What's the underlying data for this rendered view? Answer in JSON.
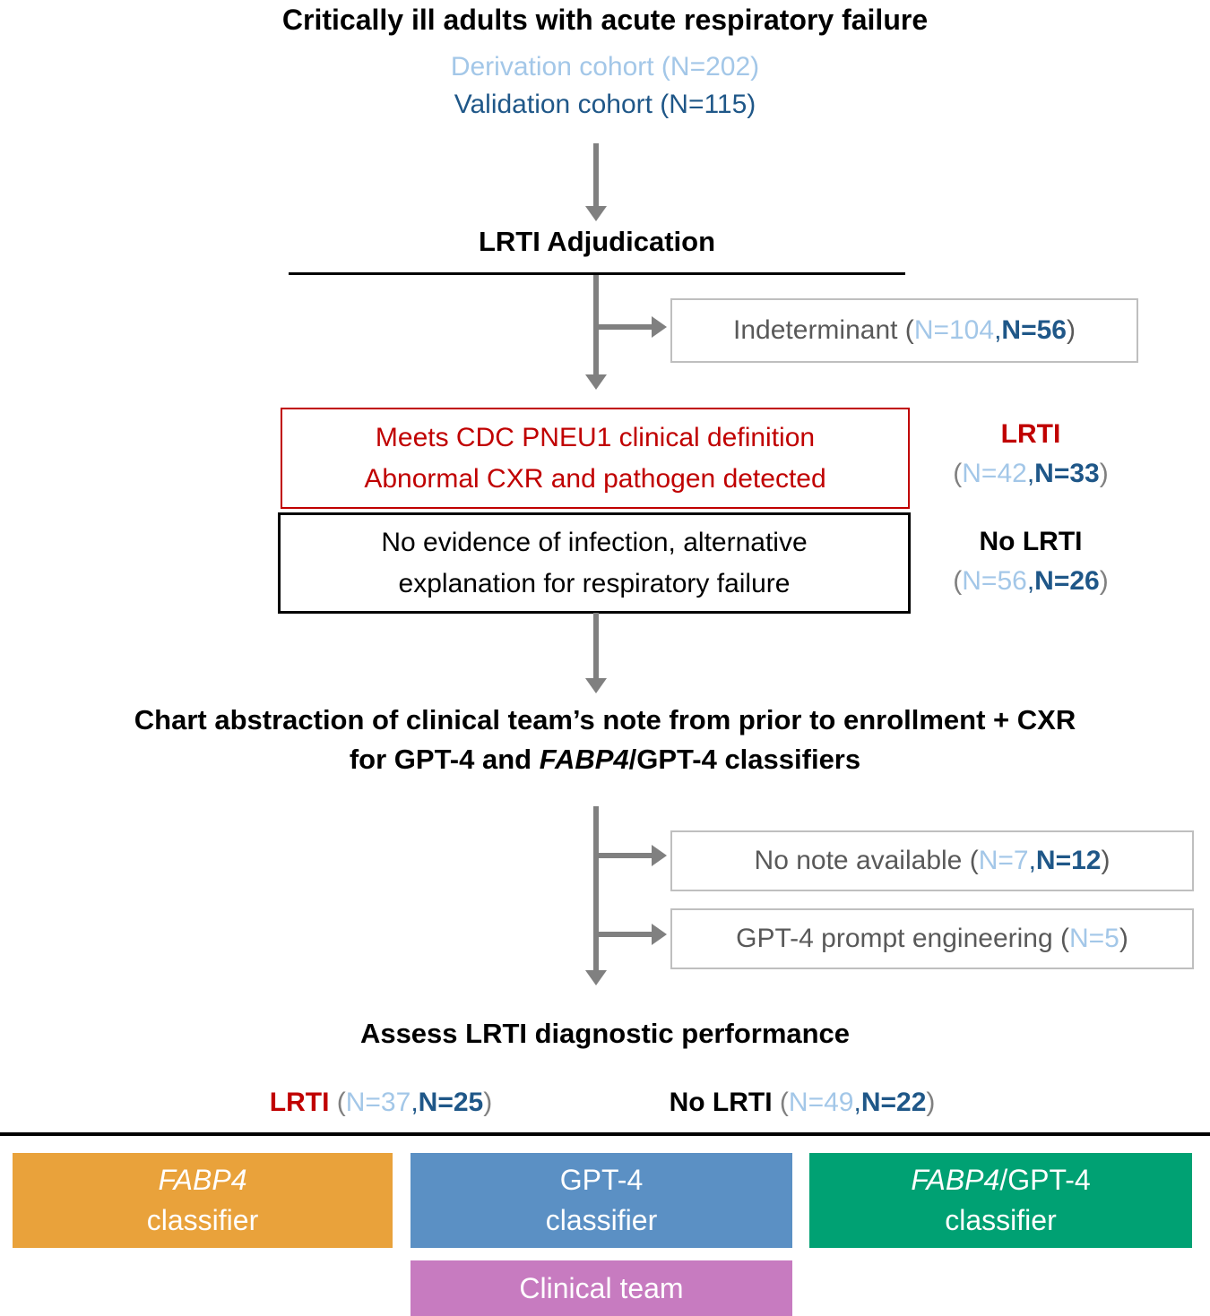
{
  "colors": {
    "light_blue": "#A3C7E8",
    "dark_blue": "#1F5788",
    "gray_text": "#595959",
    "paren_gray": "#808080",
    "red": "#C00000",
    "arrow_gray": "#808080",
    "box_border_gray": "#BFBFBF",
    "orange": "#E9A23B",
    "blue": "#5B90C4",
    "green": "#00A173",
    "pink": "#C77BC0"
  },
  "top": {
    "title": "Critically ill adults with acute respiratory failure",
    "derivation_cohort": "Derivation cohort (N=202)",
    "validation_cohort": "Validation cohort (N=115)"
  },
  "adjudication": {
    "heading": "LRTI Adjudication",
    "indeterminant": {
      "prefix": "Indeterminant (",
      "n_derivation": "N=104",
      "comma": ",",
      "n_validation": "N=56",
      "suffix": ")"
    },
    "lrti_box": {
      "line1": "Meets CDC PNEU1 clinical definition",
      "line2": "Abnormal CXR and pathogen detected"
    },
    "lrti_outcome": {
      "label": "LRTI",
      "open": "(",
      "n_derivation": "N=42",
      "comma": ",",
      "n_validation": "N=33",
      "close": ")"
    },
    "no_lrti_box": {
      "line1": "No evidence of infection, alternative",
      "line2": "explanation for respiratory failure"
    },
    "no_lrti_outcome": {
      "label": "No LRTI",
      "open": "(",
      "n_derivation": "N=56",
      "comma": ",",
      "n_validation": "N=26",
      "close": ")"
    }
  },
  "abstraction": {
    "line1": "Chart abstraction of clinical team’s note from prior to enrollment + CXR",
    "line2_pre": "for GPT-4 and ",
    "line2_italic": "FABP4",
    "line2_post": "/GPT-4 classifiers",
    "no_note": {
      "prefix": "No note available (",
      "n_derivation": "N=7",
      "comma": ",",
      "n_validation": "N=12",
      "suffix": ")"
    },
    "prompt_engineering": {
      "prefix": "GPT-4 prompt engineering (",
      "n": "N=5",
      "suffix": ")"
    }
  },
  "assessment": {
    "heading": "Assess LRTI diagnostic performance",
    "lrti": {
      "label": "LRTI",
      "open": " (",
      "n_derivation": "N=37",
      "comma": ",",
      "n_validation": "N=25",
      "close": ")"
    },
    "no_lrti": {
      "label": "No LRTI",
      "open": " (",
      "n_derivation": "N=49",
      "comma": ",",
      "n_validation": "N=22",
      "close": ")"
    }
  },
  "classifiers": {
    "fabp4": {
      "line1_italic": "FABP4",
      "line2": "classifier"
    },
    "gpt4": {
      "line1": "GPT-4",
      "line2": "classifier"
    },
    "fabp4_gpt4": {
      "line1_italic": "FABP4",
      "line1_rest": "/GPT-4",
      "line2": "classifier"
    },
    "clinical_team": {
      "label": "Clinical team"
    }
  }
}
